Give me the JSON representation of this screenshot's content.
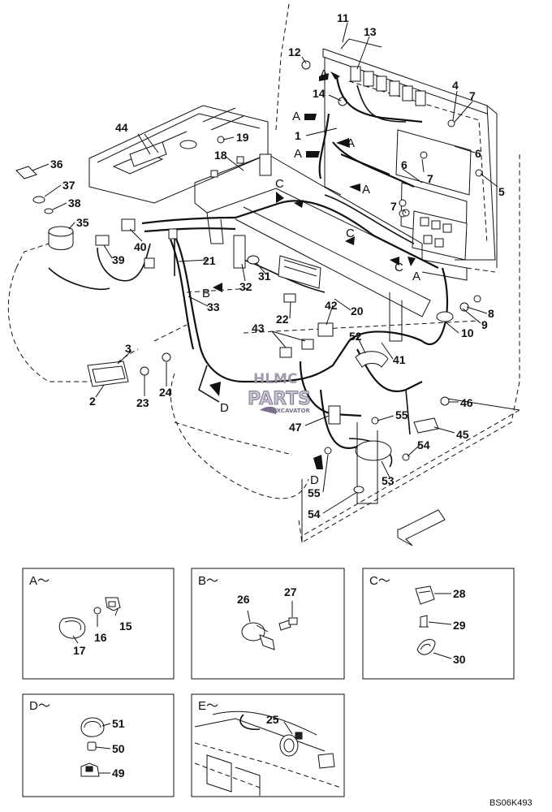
{
  "labels_main": [
    {
      "id": "l11",
      "text": "11"
    },
    {
      "id": "l13",
      "text": "13"
    },
    {
      "id": "l12",
      "text": "12"
    },
    {
      "id": "l14",
      "text": "14"
    },
    {
      "id": "l4",
      "text": "4"
    },
    {
      "id": "l7a",
      "text": "7"
    },
    {
      "id": "l1",
      "text": "1"
    },
    {
      "id": "l6a",
      "text": "6"
    },
    {
      "id": "l6b",
      "text": "6"
    },
    {
      "id": "l7b",
      "text": "7"
    },
    {
      "id": "l5",
      "text": "5"
    },
    {
      "id": "l44",
      "text": "44"
    },
    {
      "id": "l19",
      "text": "19"
    },
    {
      "id": "l18",
      "text": "18"
    },
    {
      "id": "l36",
      "text": "36"
    },
    {
      "id": "l37",
      "text": "37"
    },
    {
      "id": "l38",
      "text": "38"
    },
    {
      "id": "l35",
      "text": "35"
    },
    {
      "id": "l40",
      "text": "40"
    },
    {
      "id": "l39",
      "text": "39"
    },
    {
      "id": "l21",
      "text": "21"
    },
    {
      "id": "l32",
      "text": "32"
    },
    {
      "id": "l31",
      "text": "31"
    },
    {
      "id": "l33",
      "text": "33"
    },
    {
      "id": "l7c",
      "text": "7"
    },
    {
      "id": "l8",
      "text": "8"
    },
    {
      "id": "l9",
      "text": "9"
    },
    {
      "id": "l10",
      "text": "10"
    },
    {
      "id": "l20",
      "text": "20"
    },
    {
      "id": "l22",
      "text": "22"
    },
    {
      "id": "l42",
      "text": "42"
    },
    {
      "id": "l43",
      "text": "43"
    },
    {
      "id": "l52",
      "text": "52"
    },
    {
      "id": "l41",
      "text": "41"
    },
    {
      "id": "l3",
      "text": "3"
    },
    {
      "id": "l2",
      "text": "2"
    },
    {
      "id": "l23",
      "text": "23"
    },
    {
      "id": "l24",
      "text": "24"
    },
    {
      "id": "l46",
      "text": "46"
    },
    {
      "id": "l45",
      "text": "45"
    },
    {
      "id": "l55a",
      "text": "55"
    },
    {
      "id": "l47",
      "text": "47"
    },
    {
      "id": "l54a",
      "text": "54"
    },
    {
      "id": "l53",
      "text": "53"
    },
    {
      "id": "l55b",
      "text": "55"
    },
    {
      "id": "l54b",
      "text": "54"
    }
  ],
  "view_letters": [
    {
      "id": "vA1",
      "text": "A"
    },
    {
      "id": "vA2",
      "text": "A"
    },
    {
      "id": "vA3",
      "text": "A"
    },
    {
      "id": "vA4",
      "text": "A"
    },
    {
      "id": "vA5",
      "text": "A"
    },
    {
      "id": "vA6",
      "text": "A"
    },
    {
      "id": "vC1",
      "text": "C"
    },
    {
      "id": "vC2",
      "text": "C"
    },
    {
      "id": "vC3",
      "text": "C"
    },
    {
      "id": "vB",
      "text": "B"
    },
    {
      "id": "vD1",
      "text": "D"
    },
    {
      "id": "vD2",
      "text": "D"
    }
  ],
  "detail_boxes": [
    {
      "id": "boxA",
      "title": "A～",
      "parts": [
        "15",
        "16",
        "17"
      ]
    },
    {
      "id": "boxB",
      "title": "B～",
      "parts": [
        "26",
        "27"
      ]
    },
    {
      "id": "boxC",
      "title": "C～",
      "parts": [
        "28",
        "29",
        "30"
      ]
    },
    {
      "id": "boxD",
      "title": "D～",
      "parts": [
        "51",
        "50",
        "49"
      ]
    },
    {
      "id": "boxE",
      "title": "E～",
      "parts": [
        "25"
      ]
    }
  ],
  "watermark": {
    "line1": "HLMC",
    "line2": "PARTS",
    "line3": "EXCAVATOR"
  },
  "drawing_code": "BS06K493"
}
